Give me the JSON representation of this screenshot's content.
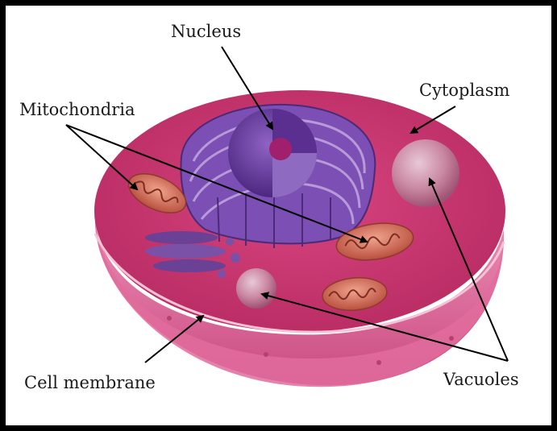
{
  "labels": {
    "nucleus": "Nucleus",
    "mitochondria": "Mitochondria",
    "cytoplasm": "Cytoplasm",
    "cell_membrane": "Cell membrane",
    "vacuoles": "Vacuoles"
  },
  "colors": {
    "cytoplasm_top": "#c8336f",
    "cut_surface": "#d84f86",
    "membrane_side": "#e279a5",
    "nucleus": "#6b3ea0",
    "nucleolus": "#a0206e",
    "mitochondria": "#d86f5a",
    "vacuole": "#c98aa3",
    "arrow": "#000000"
  }
}
